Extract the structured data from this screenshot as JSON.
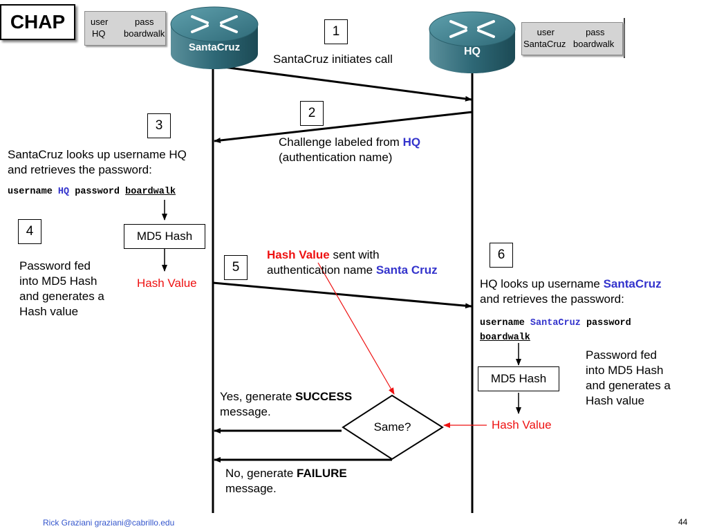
{
  "title": "CHAP",
  "routers": {
    "left": {
      "name": "SantaCruz",
      "creds": {
        "h_user": "user",
        "h_pass": "pass",
        "user": "HQ",
        "pass": "boardwalk"
      }
    },
    "right": {
      "name": "HQ",
      "creds": {
        "h_user": "user",
        "h_pass": "pass",
        "user": "SantaCruz",
        "pass": "boardwalk"
      }
    }
  },
  "steps": {
    "s1": {
      "num": "1",
      "text": "SantaCruz initiates call"
    },
    "s2": {
      "num": "2",
      "line1_a": "Challenge labeled from ",
      "line1_b": "HQ",
      "line2": "(authentication name)"
    },
    "s3": {
      "num": "3",
      "line1": "SantaCruz looks up username HQ",
      "line2": "and retrieves the password:",
      "cmd_a": "username ",
      "cmd_b": "HQ",
      "cmd_c": " password ",
      "cmd_d": "boardwalk"
    },
    "s4": {
      "num": "4",
      "line1": "Password fed",
      "line2": "into MD5 Hash",
      "line3": "and generates a",
      "line4": "Hash value",
      "md5": "MD5 Hash",
      "hash": "Hash Value"
    },
    "s5": {
      "num": "5",
      "line1_a": "Hash Value",
      "line1_b": " sent with",
      "line2_a": "authentication name ",
      "line2_b": "Santa Cruz"
    },
    "s6": {
      "num": "6",
      "line1_a": "HQ looks up username ",
      "line1_b": "SantaCruz",
      "line2": "and retrieves the password:",
      "cmd_a": "username ",
      "cmd_b": "SantaCruz",
      "cmd_c": " password",
      "cmd_d": "boardwalk",
      "line3": "Password fed",
      "line4": "into MD5 Hash",
      "line5": "and generates a",
      "line6": "Hash value",
      "md5": "MD5 Hash",
      "hash": "Hash Value"
    }
  },
  "decision": {
    "label": "Same?",
    "yes_a": "Yes, generate ",
    "yes_b": "SUCCESS",
    "yes_c": "message.",
    "no_a": "No, generate ",
    "no_b": "FAILURE",
    "no_c": "message."
  },
  "footer": {
    "author": "Rick Graziani  graziani@cabrillo.edu",
    "page": "44"
  }
}
